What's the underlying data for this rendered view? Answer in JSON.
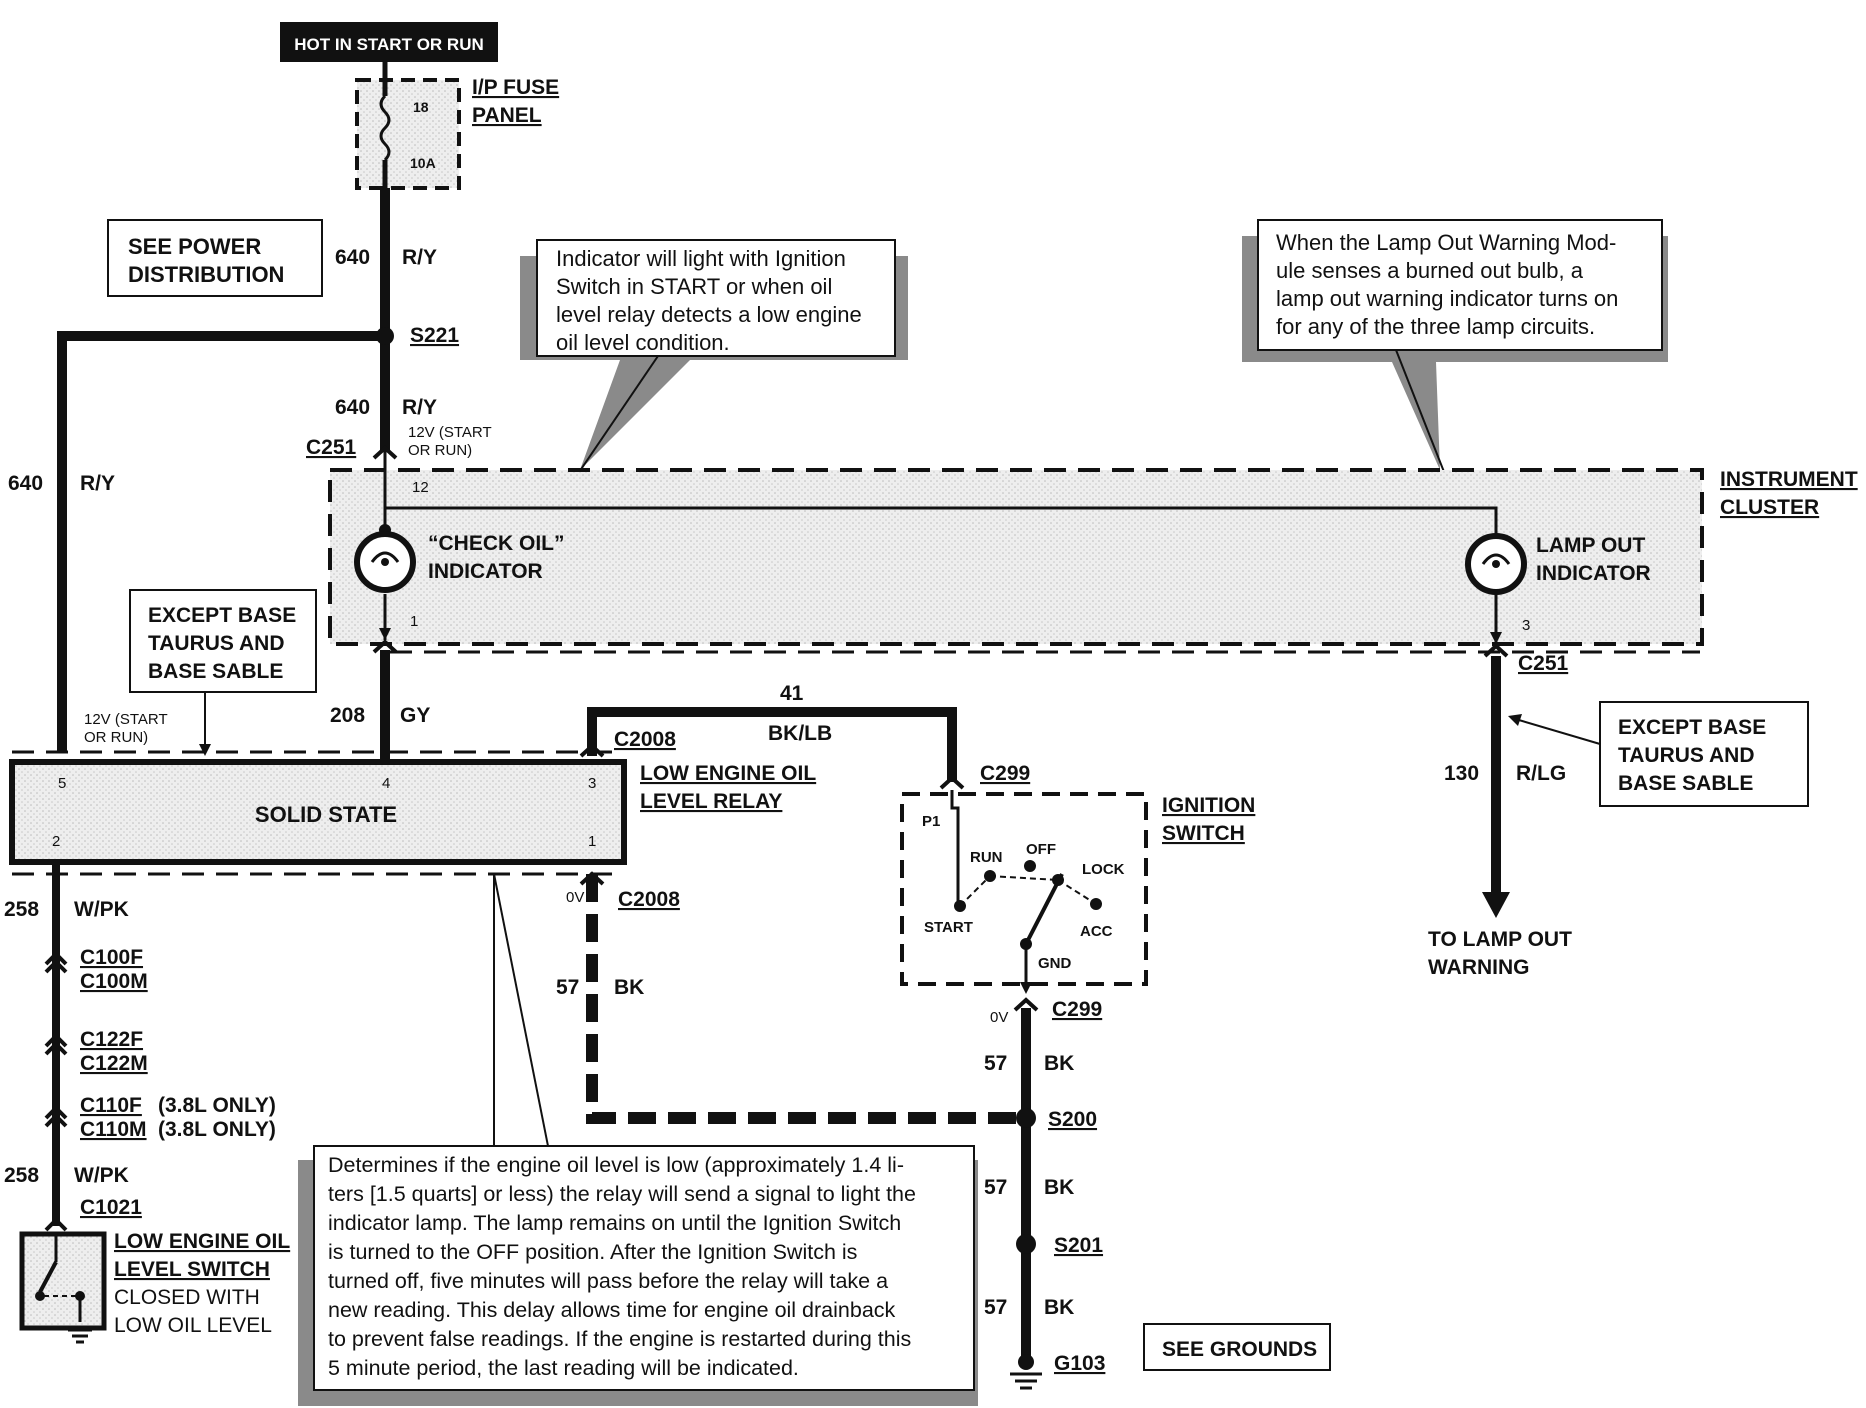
{
  "header": {
    "power_label": "HOT IN START OR RUN"
  },
  "fuse": {
    "name_line1": "I/P FUSE",
    "name_line2": "PANEL",
    "number": "18",
    "rating": "10A"
  },
  "boxes": {
    "see_power_line1": "SEE POWER",
    "see_power_line2": "DISTRIBUTION",
    "except_left_line1": "EXCEPT BASE",
    "except_left_line2": "TAURUS AND",
    "except_left_line3": "BASE SABLE",
    "except_right_line1": "EXCEPT BASE",
    "except_right_line2": "TAURUS AND",
    "except_right_line3": "BASE SABLE",
    "see_grounds": "SEE GROUNDS"
  },
  "notes": {
    "check_oil": [
      "Indicator will light with Ignition",
      "Switch in START or when oil",
      "level relay detects a low engine",
      "oil level condition."
    ],
    "lamp_out": [
      "When the Lamp Out Warning Mod-",
      "ule senses a burned out bulb, a",
      "lamp out warning indicator turns on",
      "for any of the three lamp circuits."
    ],
    "relay": [
      "Determines if the engine oil level is low (approximately 1.4 li-",
      "ters [1.5 quarts] or less) the relay will send a signal to light the",
      "indicator lamp. The lamp remains on until the Ignition Switch",
      "is turned to the OFF position.  After the Ignition Switch is",
      "turned off, five  minutes will pass before the relay will take a",
      "new reading. This delay allows time for engine oil drainback",
      "to prevent false readings. If the engine is restarted during this",
      "5 minute period, the last reading will be indicated."
    ]
  },
  "wires": {
    "w640": "640",
    "ry": "R/Y",
    "w208": "208",
    "gy": "GY",
    "w41": "41",
    "bklb": "BK/LB",
    "w130": "130",
    "rlg": "R/LG",
    "w258": "258",
    "wpk": "W/PK",
    "w57": "57",
    "bk": "BK"
  },
  "splices": {
    "s221": "S221",
    "s200": "S200",
    "s201": "S201",
    "g103": "G103"
  },
  "connectors": {
    "c251": "C251",
    "c2008": "C2008",
    "c299": "C299",
    "c100f": "C100F",
    "c100m": "C100M",
    "c122f": "C122F",
    "c122m": "C122M",
    "c110f": "C110F",
    "c110m": "C110M",
    "only38": "(3.8L ONLY)",
    "c1021": "C1021"
  },
  "voltages": {
    "v12_line1": "12V (START",
    "v12_line2": "OR RUN)",
    "zero": "0V"
  },
  "pins": {
    "p12": "12",
    "p1": "1",
    "p3": "3",
    "p5": "5",
    "p4": "4",
    "p2": "2",
    "p1b": "1",
    "p3b": "3",
    "sw_p1": "P1"
  },
  "cluster": {
    "name_line1": "INSTRUMENT",
    "name_line2": "CLUSTER",
    "check_oil_line1": "“CHECK OIL”",
    "check_oil_line2": "INDICATOR",
    "lamp_out_line1": "LAMP OUT",
    "lamp_out_line2": "INDICATOR"
  },
  "relay": {
    "body": "SOLID STATE",
    "name_line1": "LOW  ENGINE OIL",
    "name_line2": "LEVEL RELAY"
  },
  "ignition": {
    "name_line1": "IGNITION",
    "name_line2": "SWITCH",
    "run": "RUN",
    "off": "OFF",
    "lock": "LOCK",
    "start": "START",
    "acc": "ACC",
    "gnd": "GND"
  },
  "lamp_out_dest": {
    "line1": "TO LAMP OUT",
    "line2": "WARNING"
  },
  "level_switch": {
    "name_line1": "LOW ENGINE OIL",
    "name_line2": "LEVEL SWITCH",
    "desc_line1": "CLOSED WITH",
    "desc_line2": "LOW OIL LEVEL"
  }
}
